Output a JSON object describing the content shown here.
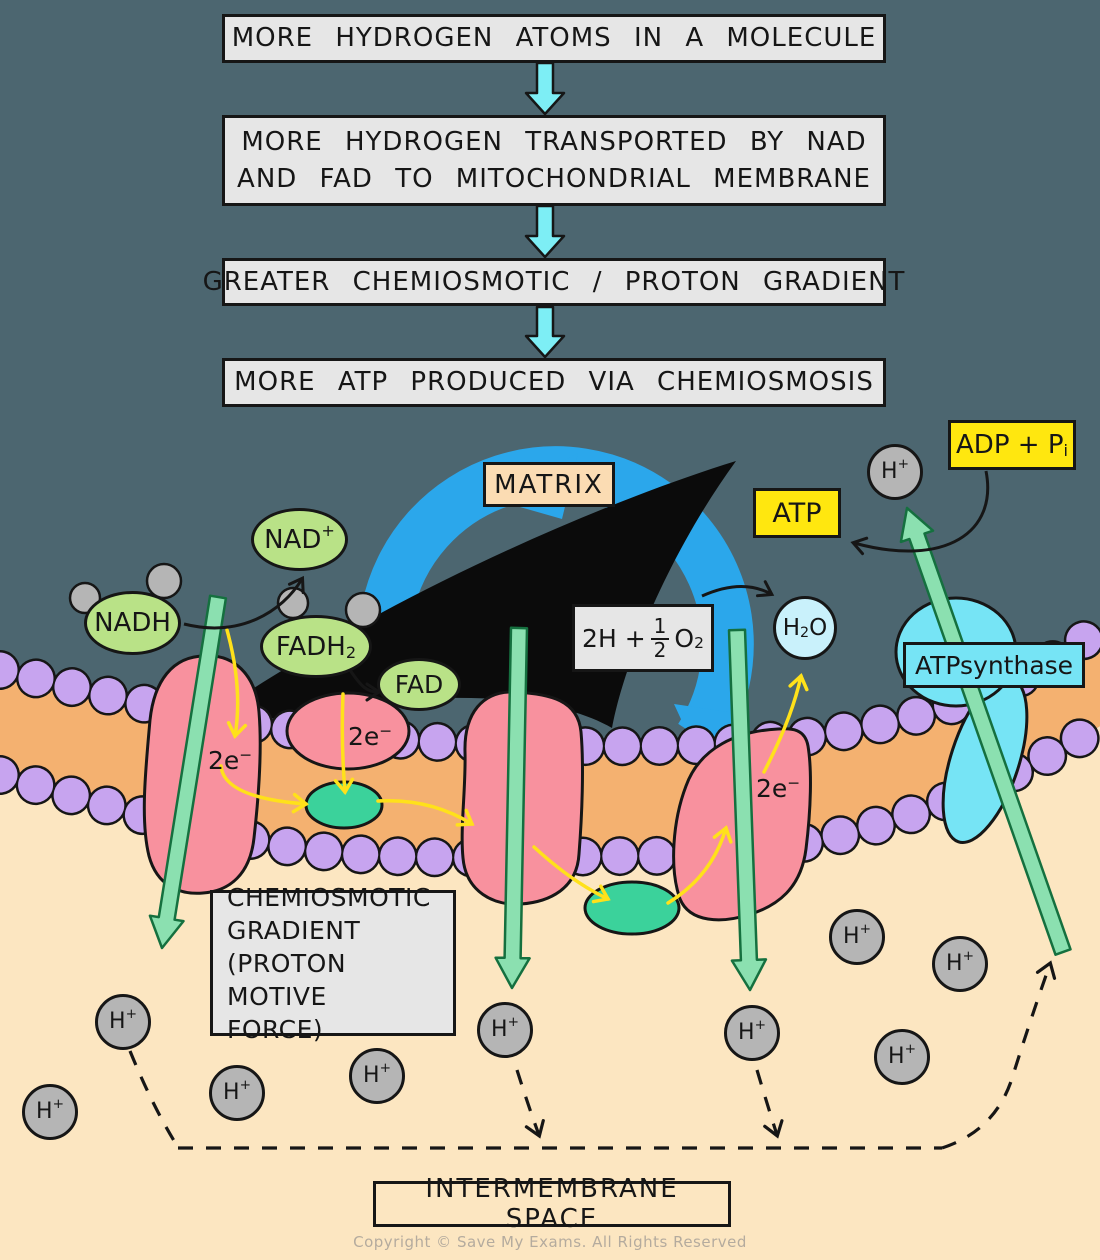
{
  "flowchart": {
    "boxes": [
      {
        "lines": [
          "MORE HYDROGEN ATOMS IN A MOLECULE"
        ]
      },
      {
        "lines": [
          "MORE HYDROGEN TRANSPORTED BY NAD",
          "AND FAD TO MITOCHONDRIAL MEMBRANE"
        ]
      },
      {
        "lines": [
          "GREATER CHEMIOSMOTIC / PROTON GRADIENT"
        ]
      },
      {
        "lines": [
          "MORE ATP PRODUCED VIA CHEMIOSMOSIS"
        ]
      }
    ]
  },
  "labels": {
    "matrix": "MATRIX",
    "intermembrane_space": "INTERMEMBRANE SPACE",
    "chemiosmotic_gradient_lines": [
      "CHEMIOSMOTIC",
      "GRADIENT",
      "(PROTON MOTIVE",
      "FORCE)"
    ],
    "atp_synthase": "ATPsynthase",
    "atp": "ATP",
    "adp_base": "ADP + P",
    "adp_sub": "i",
    "nadh": "NADH",
    "nad_base": "NAD",
    "nad_sup": "+",
    "fadh_base": "FADH",
    "fadh_sub": "2",
    "fad": "FAD",
    "h2o_h": "H",
    "h2o_sub": "2",
    "h2o_o": "O",
    "hplus_base": "H",
    "hplus_sup": "+",
    "two_electrons_base": "2e",
    "two_electrons_sup": "−",
    "oxygen_eq_prefix": "2H +",
    "oxygen_eq_frac_top": "1",
    "oxygen_eq_frac_bottom": "2",
    "oxygen_eq_o": "O",
    "oxygen_eq_o_sub": "2"
  },
  "footer": {
    "copyright": "Copyright © Save My Exams. All Rights Reserved"
  },
  "colors": {
    "background_matrix": "#4c6670",
    "intermembrane_cream": "#fce6c1",
    "membrane_orange": "#f4b170",
    "lipid_head_purple": "#c7a4ef",
    "protein_pink": "#f8919e",
    "carrier_teal": "#3bd29b",
    "coenzyme_green": "#b9e287",
    "hydrogen_gray": "#b5b5b5",
    "proton_pump_green": "#8be0b0",
    "electron_yellow": "#ffe11a",
    "cycle_blue": "#2ba7eb",
    "atp_yellow": "#ffe70f",
    "synthase_cyan": "#76e4f5",
    "matrix_label_peach": "#fbdcb3",
    "water_fill": "#c9f1fb",
    "flow_box_gray": "#e6e6e6",
    "flow_arrow_cyan": "#7deef5"
  }
}
